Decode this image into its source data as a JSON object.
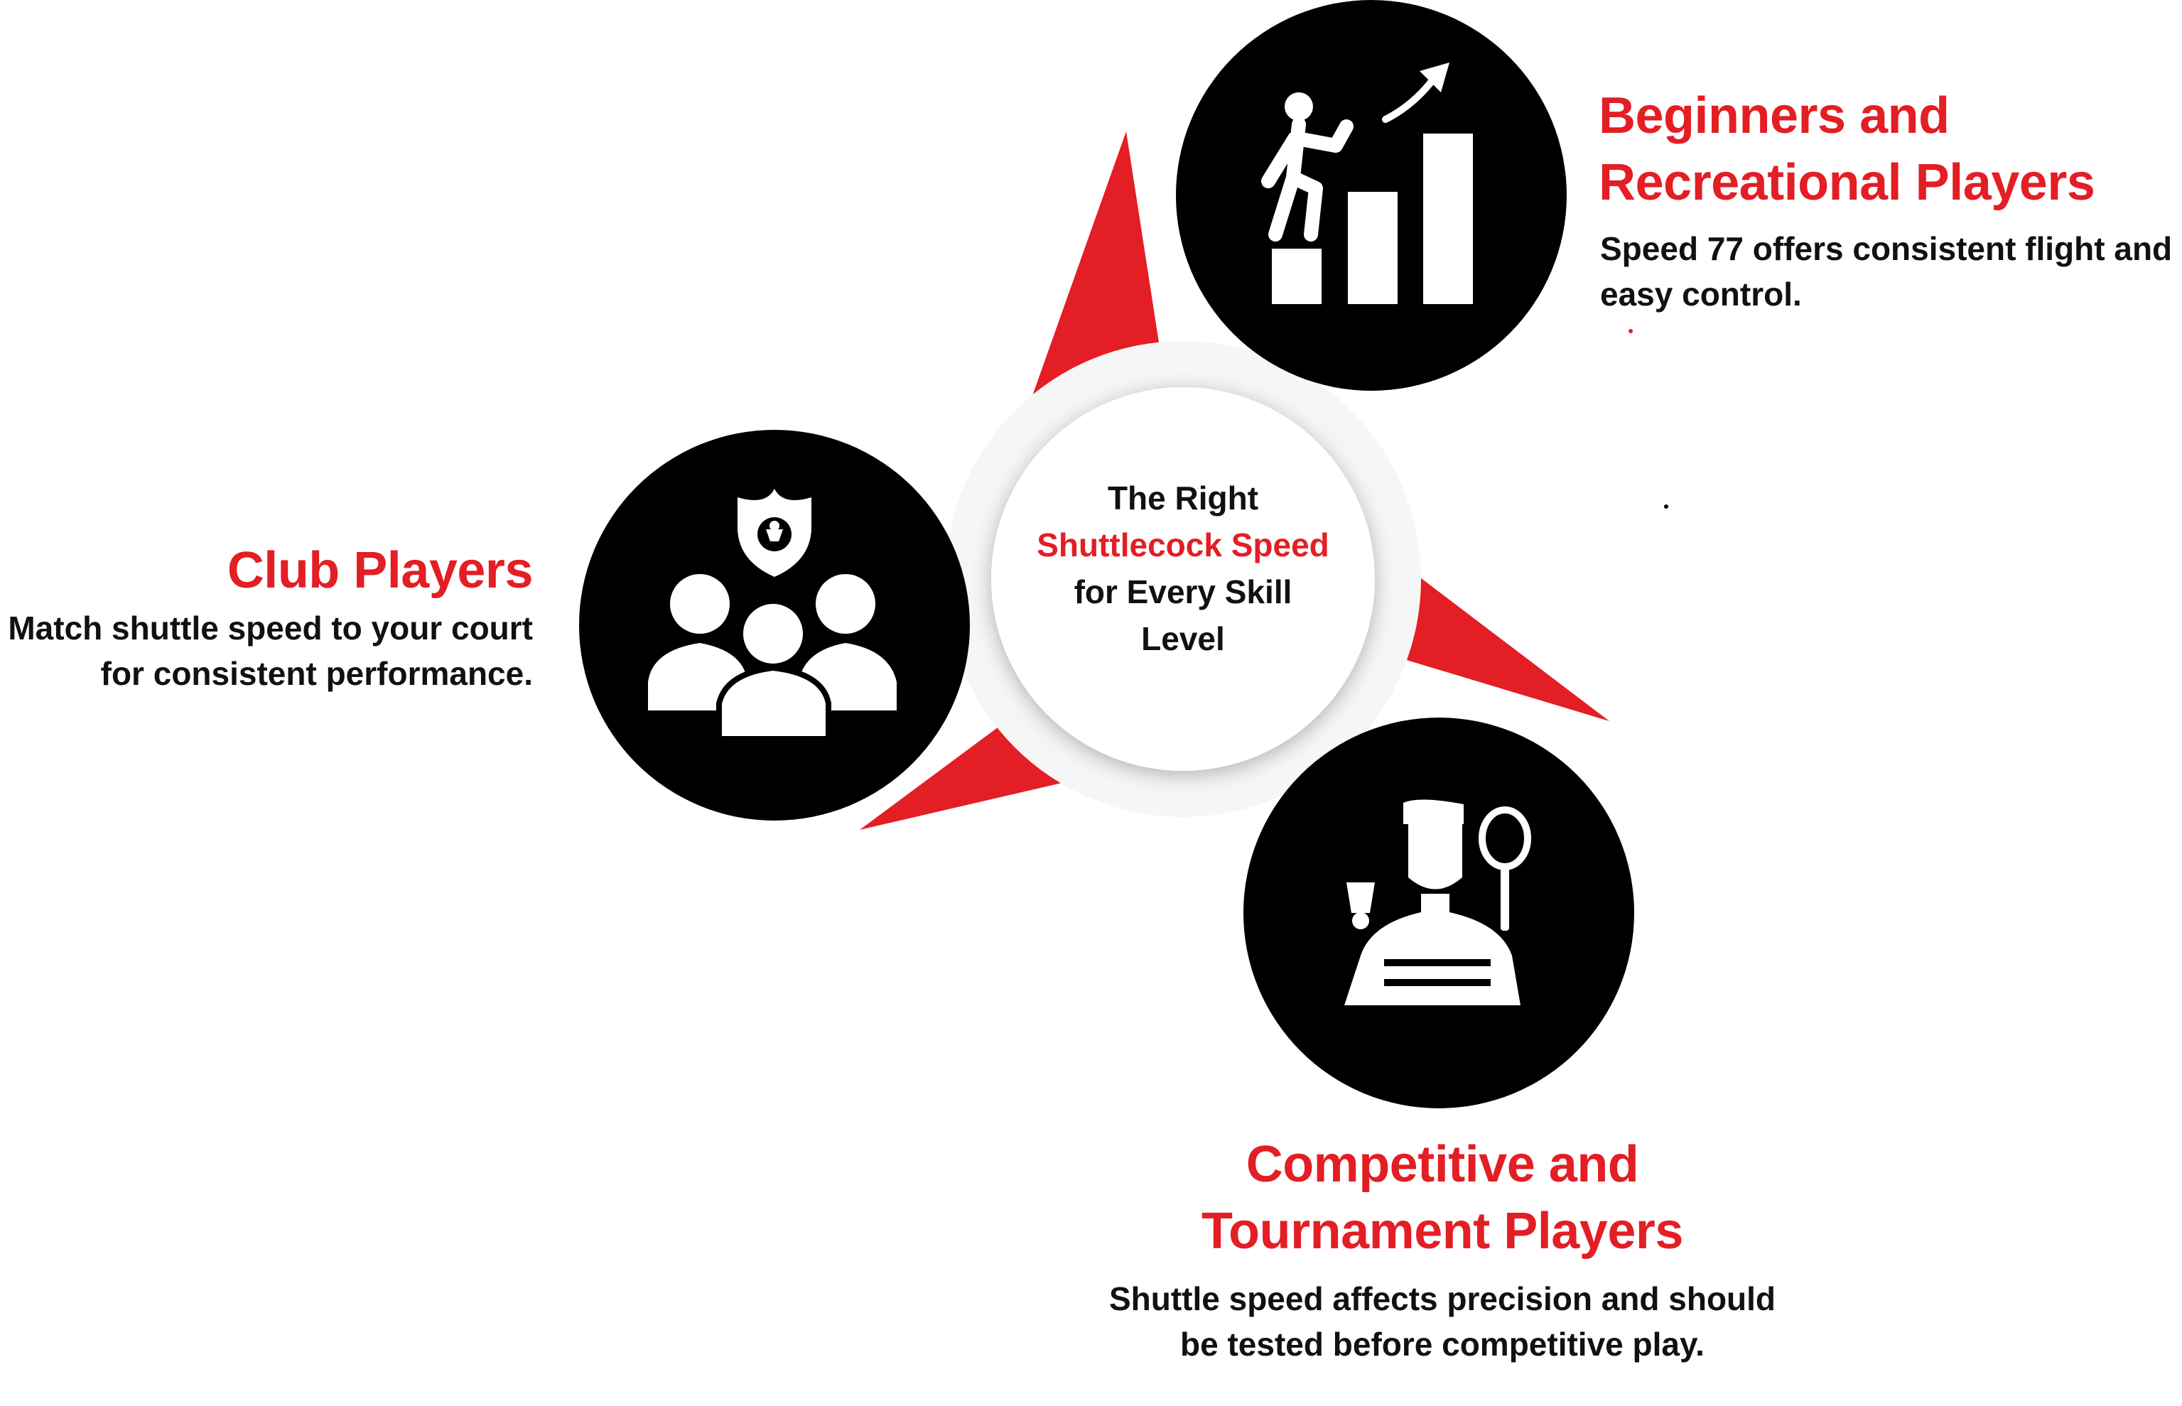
{
  "colors": {
    "accent": "#e31e24",
    "circle": "#000000",
    "center_fill": "#ffffff",
    "text": "#111111"
  },
  "center": {
    "line1": "The Right",
    "line2": "Shuttlecock Speed",
    "line3": "for Every Skill",
    "line4": "Level"
  },
  "segments": [
    {
      "id": "beginners",
      "icon": "climbing-bar-chart-icon",
      "title_line1": "Beginners and",
      "title_line2": "Recreational Players",
      "desc_line1": "Speed 77 offers consistent flight and",
      "desc_line2": "easy control."
    },
    {
      "id": "club",
      "icon": "team-badge-icon",
      "title_line1": "Club Players",
      "desc_line1": "Match shuttle speed to your court",
      "desc_line2": "for consistent performance."
    },
    {
      "id": "competitive",
      "icon": "badminton-player-icon",
      "title_line1": "Competitive and",
      "title_line2": "Tournament Players",
      "desc_line1": "Shuttle speed affects precision and should",
      "desc_line2": "be tested before competitive play."
    }
  ]
}
